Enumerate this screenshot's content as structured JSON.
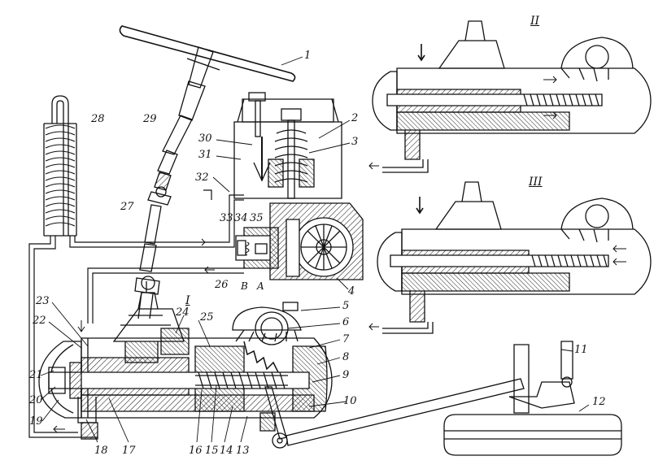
{
  "colors": {
    "ink": "#111111",
    "paper": "#ffffff"
  },
  "views": {
    "view_main": "I",
    "view_upper": "II",
    "view_lower": "III"
  },
  "callouts": {
    "c1": "1",
    "c2": "2",
    "c3": "3",
    "c4": "4",
    "c5": "5",
    "c6": "6",
    "c7": "7",
    "c8": "8",
    "c9": "9",
    "c10": "10",
    "c11": "11",
    "c12": "12",
    "c13": "13",
    "c14": "14",
    "c15": "15",
    "c16": "16",
    "c17": "17",
    "c18": "18",
    "c19": "19",
    "c20": "20",
    "c21": "21",
    "c22": "22",
    "c23": "23",
    "c24": "24",
    "c25": "25",
    "c26": "26",
    "c27": "27",
    "c28": "28",
    "c29": "29",
    "c30": "30",
    "c31": "31",
    "c32": "32",
    "c33": "33",
    "c34": "34",
    "c35": "35"
  },
  "ports": {
    "port_b": "B",
    "port_a": "A"
  }
}
